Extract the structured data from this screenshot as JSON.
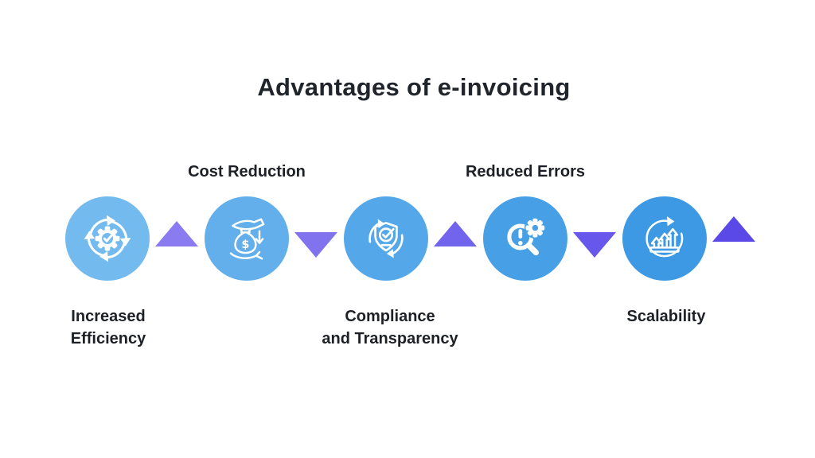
{
  "title": "Advantages of e-invoicing",
  "background_color": "#ffffff",
  "text_color": "#20242b",
  "diagram": {
    "items": [
      {
        "id": "increased-efficiency",
        "label": "Increased\nEfficiency",
        "label_position": "below",
        "icon": "cycle-gear-check-icon",
        "circle_color": "#73BAEF"
      },
      {
        "id": "cost-reduction",
        "label": "Cost Reduction",
        "label_position": "above",
        "icon": "hands-moneybag-arrow-icon",
        "circle_color": "#62AFEB"
      },
      {
        "id": "compliance-and-transparency",
        "label": "Compliance\nand Transparency",
        "label_position": "below",
        "icon": "shield-check-cycle-icon",
        "circle_color": "#54A8E9"
      },
      {
        "id": "reduced-errors",
        "label": "Reduced Errors",
        "label_position": "above",
        "icon": "magnifier-alert-gear-icon",
        "circle_color": "#47A0E6"
      },
      {
        "id": "scalability",
        "label": "Scalability",
        "label_position": "below",
        "icon": "growth-arrows-cycle-icon",
        "circle_color": "#3D99E3"
      }
    ],
    "connectors": [
      {
        "direction": "up",
        "color": "#8A7BF0"
      },
      {
        "direction": "down",
        "color": "#8173EE"
      },
      {
        "direction": "up",
        "color": "#7264EC"
      },
      {
        "direction": "down",
        "color": "#6757EA"
      },
      {
        "direction": "up",
        "color": "#5A49E7"
      }
    ]
  }
}
